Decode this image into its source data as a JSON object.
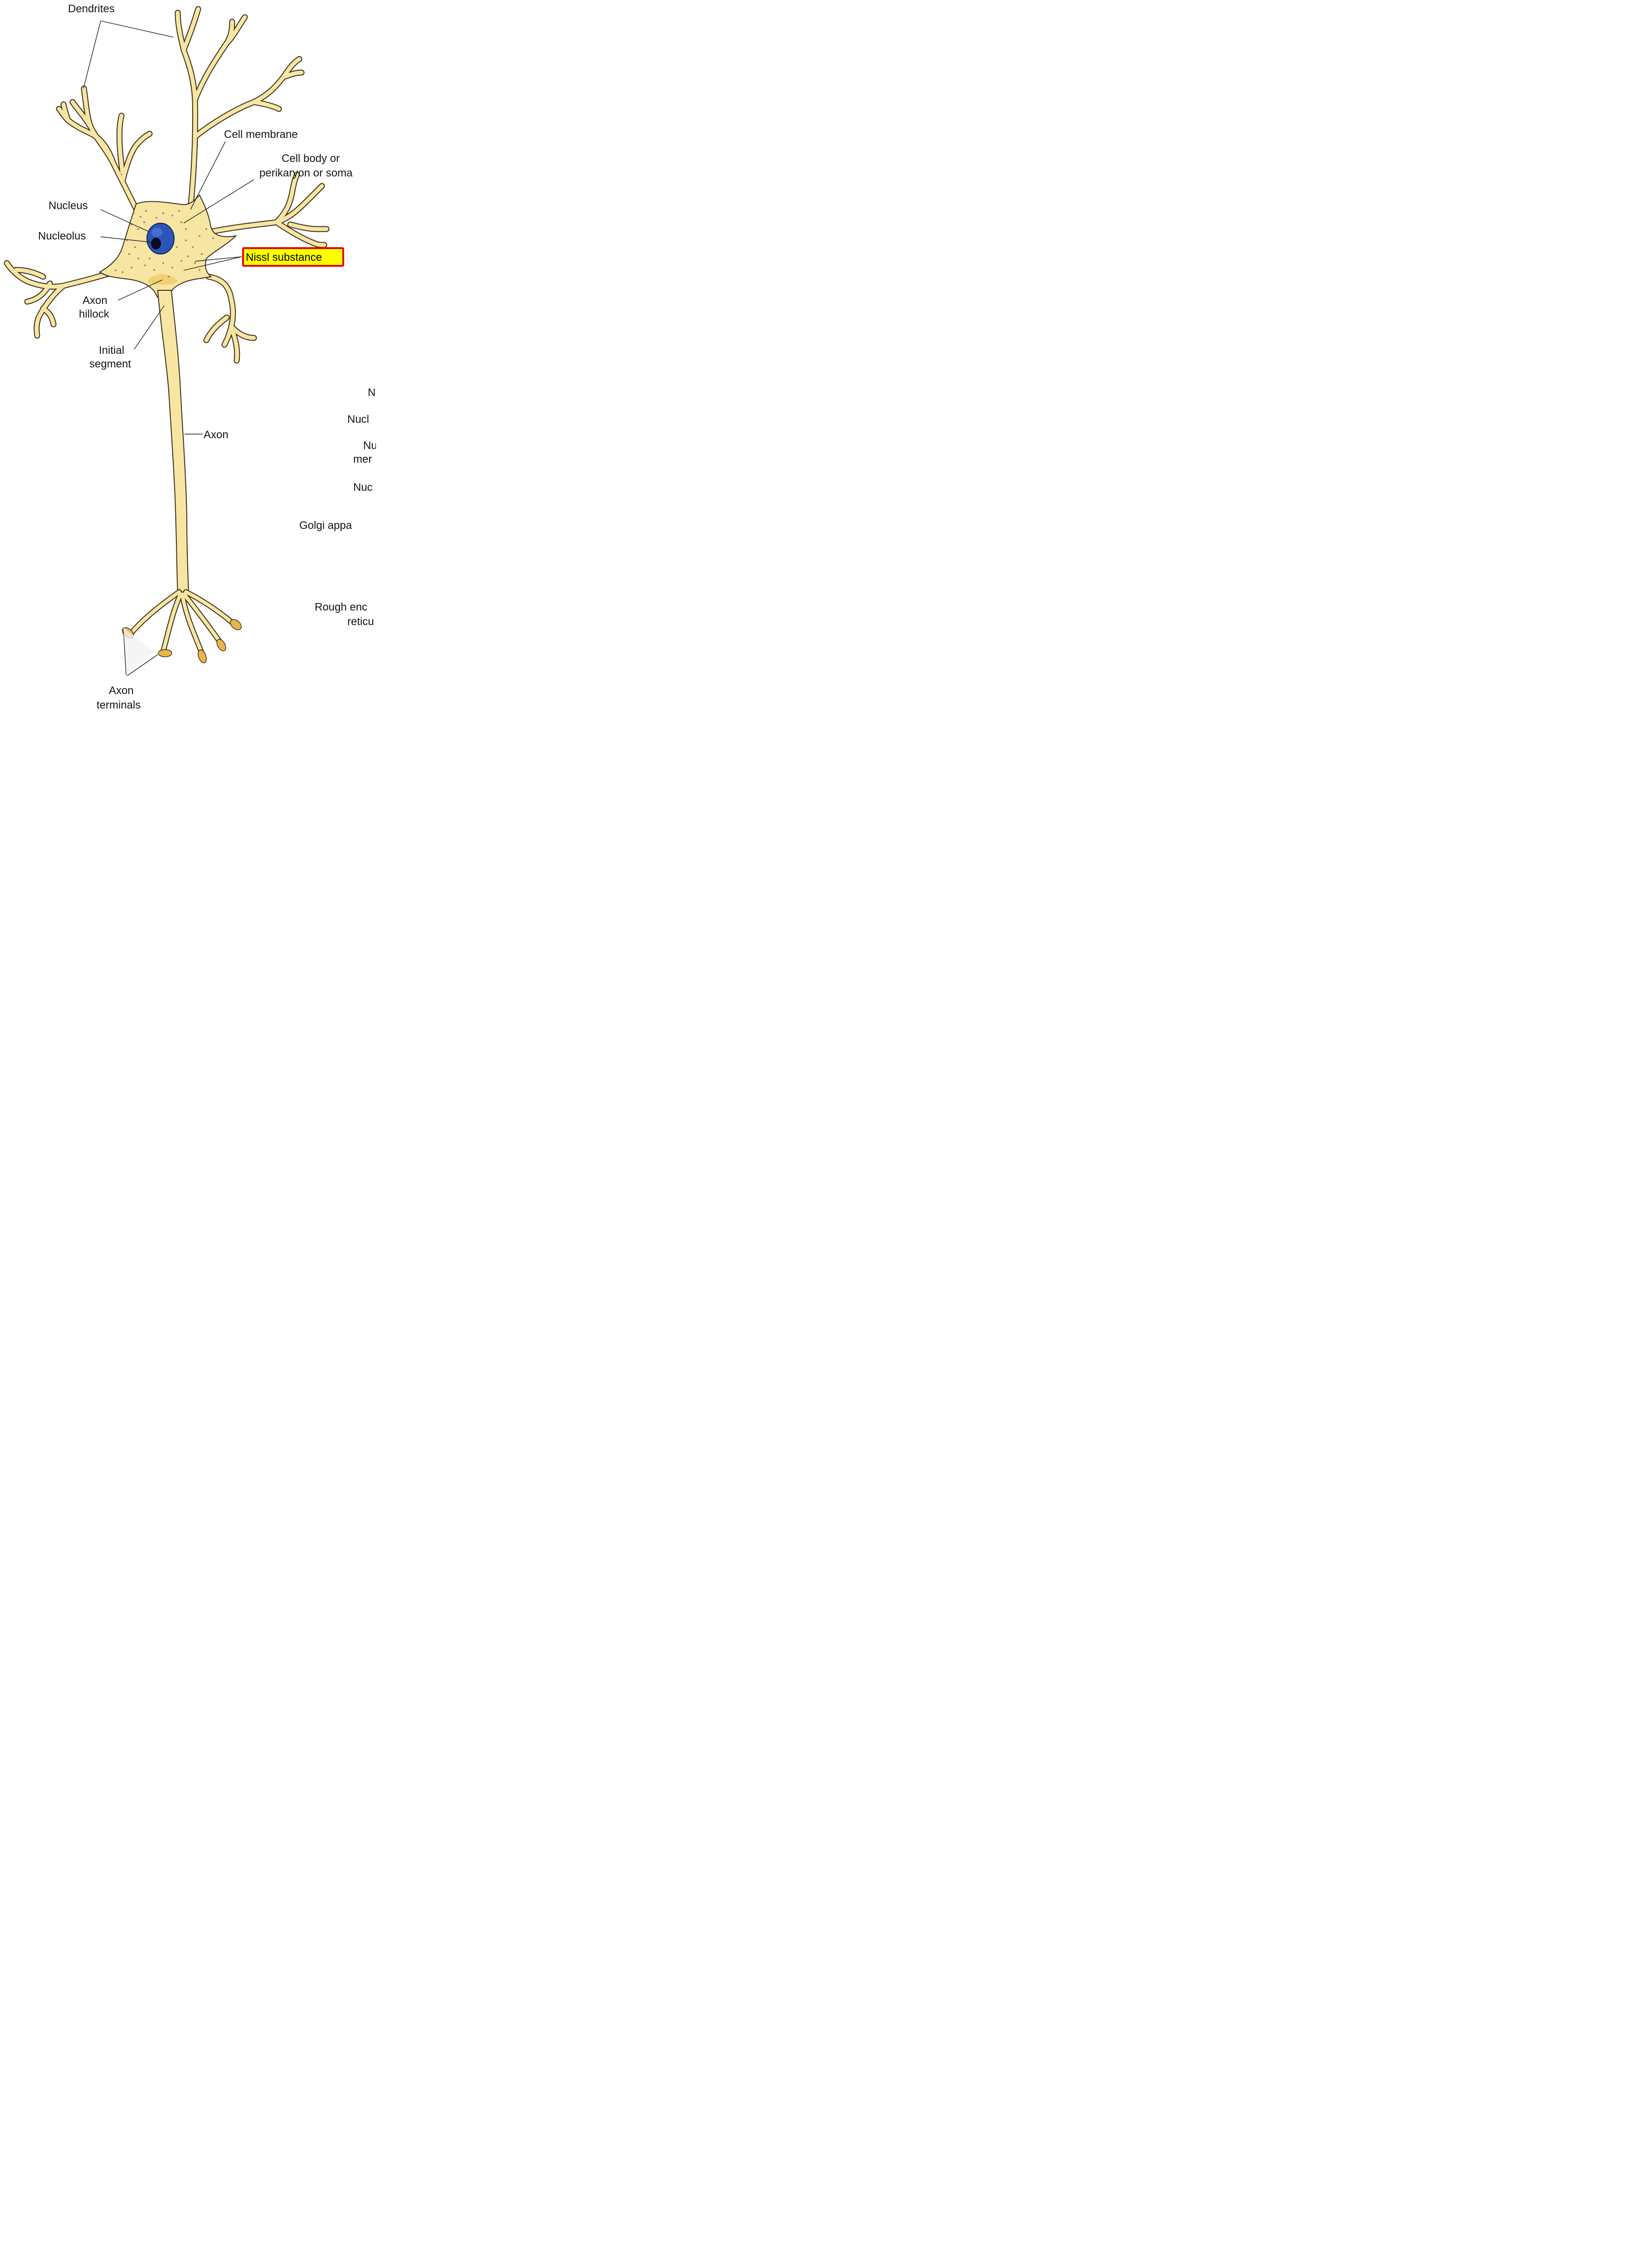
{
  "labels": {
    "dendrites": "Dendrites",
    "cell_membrane": "Cell membrane",
    "cell_body_1": "Cell body or",
    "cell_body_2": "perikaryon or soma",
    "nucleus": "Nucleus",
    "nucleolus": "Nucleolus",
    "nissl_substance": "Nissl substance",
    "axon_hillock_1": "Axon",
    "axon_hillock_2": "hillock",
    "initial_segment_1": "Initial",
    "initial_segment_2": "segment",
    "axon": "Axon",
    "axon_terminals_1": "Axon",
    "axon_terminals_2": "terminals"
  },
  "cropped_labels": {
    "line1": "N",
    "line2": "Nucl",
    "line3": "Nu",
    "line4": "mer",
    "line5": "Nuc",
    "line6": "Golgi appa",
    "line7": "Rough enc",
    "line8": "reticu"
  },
  "colors": {
    "cell_fill": "#f6e6a2",
    "cell_outline": "#3a2a1a",
    "nucleus_fill": "#2c55b8",
    "nucleolus_fill": "#0a0a20",
    "nissl_dots": "#b07a8a",
    "highlight_fill": "#ffff00",
    "highlight_border": "#e00000",
    "hillock_fill": "#f0d070",
    "terminal_fill": "#e8b64a"
  }
}
